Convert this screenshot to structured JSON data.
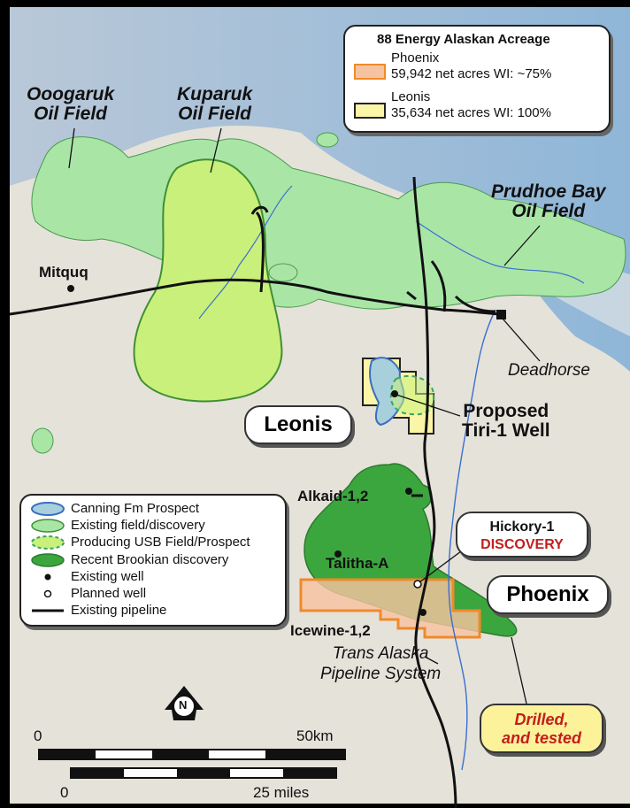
{
  "title": "88 Energy Alaskan Acreage",
  "acreage_legend": [
    {
      "name": "Phoenix",
      "detail": "59,942 net acres WI: ~75%",
      "color": "#f6c3a0",
      "stroke": "#f08a2a"
    },
    {
      "name": "Leonis",
      "detail": "35,634 net acres WI: 100%",
      "color": "#fbf5a8",
      "stroke": "#222222"
    }
  ],
  "fields": {
    "ooogaruk": [
      "Ooogaruk",
      "Oil Field"
    ],
    "kuparuk": [
      "Kuparuk",
      "Oil Field"
    ],
    "prudhoe": [
      "Prudhoe Bay",
      "Oil Field"
    ]
  },
  "places": {
    "mitquq": "Mitquq",
    "deadhorse": "Deadhorse",
    "alkaid": "Alkaid-1,2",
    "talitha": "Talitha-A",
    "icewine": "Icewine-1,2",
    "taps": [
      "Trans Alaska",
      "Pipeline System"
    ]
  },
  "callouts": {
    "leonis": "Leonis",
    "phoenix": "Phoenix",
    "tiri": [
      "Proposed",
      "Tiri-1 Well"
    ],
    "hickory": [
      "Hickory-1",
      "DISCOVERY"
    ],
    "drilled": [
      "Drilled,",
      "and tested"
    ]
  },
  "legend": [
    {
      "label": "Canning Fm Prospect",
      "symbol": "canning"
    },
    {
      "label": "Existing field/discovery",
      "symbol": "existing"
    },
    {
      "label": "Producing USB Field/Prospect",
      "symbol": "usb"
    },
    {
      "label": "Recent Brookian discovery",
      "symbol": "brookian"
    },
    {
      "label": "Existing well",
      "symbol": "dot-filled"
    },
    {
      "label": "Planned well",
      "symbol": "dot-open"
    },
    {
      "label": "Existing pipeline",
      "symbol": "line"
    }
  ],
  "north_label": "N",
  "scale": {
    "km_start": "0",
    "km_end": "50km",
    "mi_start": "0",
    "mi_end": "25 miles"
  },
  "colors": {
    "land": "#e5e2da",
    "sea": "#9cb0c8",
    "existing_field": "#a9e6a6",
    "usb_field": "#c9f07a",
    "brookian": "#3ca63e",
    "canning": "#a8d0dc",
    "discovery_red": "#c21d1d",
    "pipeline": "#111111",
    "river": "#3a6fd0"
  }
}
